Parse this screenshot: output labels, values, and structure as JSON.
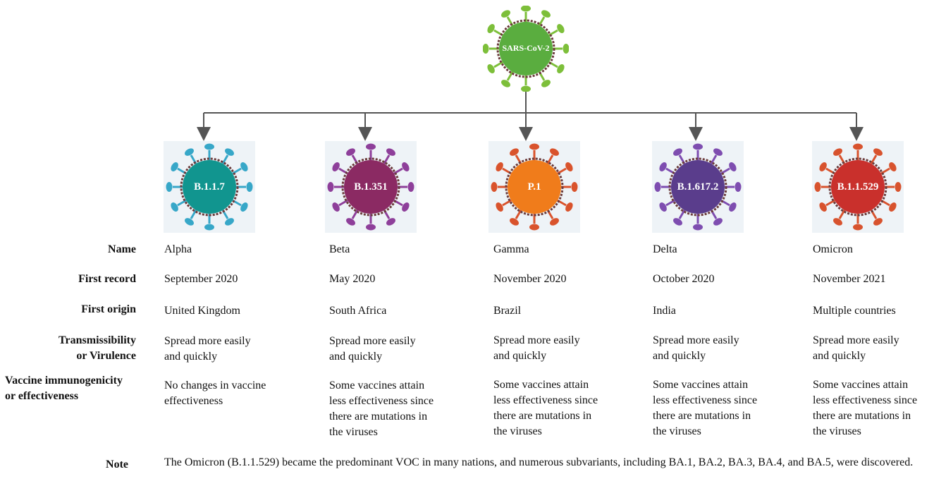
{
  "root": {
    "label": "SARS-CoV-2",
    "color": "#5aad3f",
    "spike_color": "#7dbf3a"
  },
  "variants": [
    {
      "code": "B.1.1.7",
      "name": "Alpha",
      "first_record": "September 2020",
      "first_origin": "United Kingdom",
      "transmissibility": [
        "Spread more easily",
        "and quickly"
      ],
      "vaccine": [
        "No changes in vaccine",
        "effectiveness"
      ],
      "color": "#11958f",
      "spike_color": "#37a7c8"
    },
    {
      "code": "B.1.351",
      "name": "Beta",
      "first_record": "May 2020",
      "first_origin": "South Africa",
      "transmissibility": [
        "Spread more easily",
        "and quickly"
      ],
      "vaccine": [
        "Some vaccines attain",
        "less effectiveness since",
        "there are mutations in",
        "the viruses"
      ],
      "color": "#8b2a63",
      "spike_color": "#8e3f9a"
    },
    {
      "code": "P.1",
      "name": "Gamma",
      "first_record": "November 2020",
      "first_origin": "Brazil",
      "transmissibility": [
        "Spread more easily",
        "and quickly"
      ],
      "vaccine": [
        "Some vaccines attain",
        "less effectiveness since",
        "there are mutations in",
        "the viruses"
      ],
      "color": "#f07c1b",
      "spike_color": "#d9532c"
    },
    {
      "code": "B.1.617.2",
      "name": "Delta",
      "first_record": "October 2020",
      "first_origin": "India",
      "transmissibility": [
        "Spread more easily",
        "and quickly"
      ],
      "vaccine": [
        "Some vaccines attain",
        "less effectiveness since",
        "there are mutations in",
        "the viruses"
      ],
      "color": "#5a3d8c",
      "spike_color": "#7e4db0"
    },
    {
      "code": "B.1.1.529",
      "name": "Omicron",
      "first_record": "November 2021",
      "first_origin": "Multiple countries",
      "transmissibility": [
        "Spread more easily",
        "and quickly"
      ],
      "vaccine": [
        "Some vaccines attain",
        "less effectiveness since",
        "there are mutations in",
        "the viruses"
      ],
      "color": "#c9302c",
      "spike_color": "#d8532e"
    }
  ],
  "row_labels": {
    "name": "Name",
    "first_record": "First record",
    "first_origin": "First origin",
    "transmissibility": [
      "Transmissibility",
      "or Virulence"
    ],
    "vaccine": [
      "Vaccine immunogenicity",
      "or effectiveness"
    ],
    "note": "Note"
  },
  "note": "The Omicron (B.1.1.529) became the predominant VOC in many nations, and numerous subvariants, including BA.1, BA.2, BA.3, BA.4, and BA.5, were discovered."
}
